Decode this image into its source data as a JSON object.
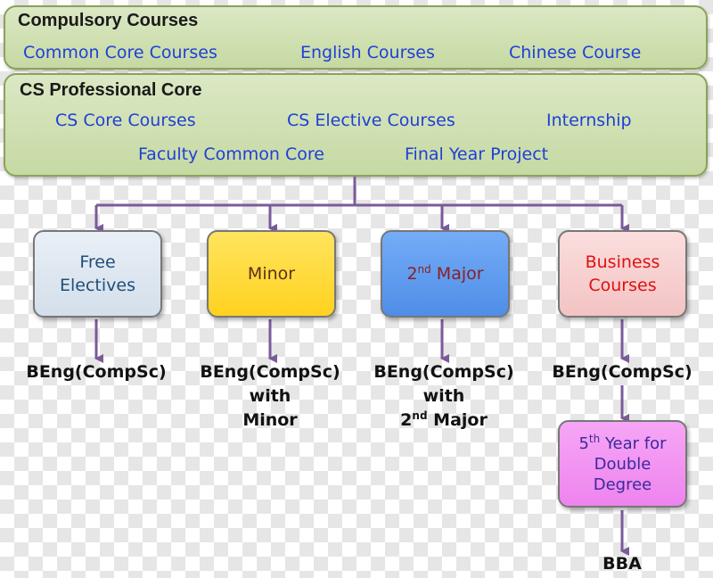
{
  "compulsory": {
    "title": "Compulsory Courses",
    "items": [
      "Common Core Courses",
      "English Courses",
      "Chinese Course"
    ]
  },
  "professional": {
    "title": "CS Professional Core",
    "items": [
      "CS Core Courses",
      "CS Elective Courses",
      "Internship",
      "Faculty Common Core",
      "Final Year Project"
    ]
  },
  "boxes": {
    "free_electives": {
      "line1": "Free",
      "line2": "Electives"
    },
    "minor": {
      "label": "Minor"
    },
    "second_major": {
      "num": "2",
      "sup": "nd",
      "label": " Major"
    },
    "business": {
      "line1": "Business",
      "line2": "Courses"
    },
    "fifth_year": {
      "num": "5",
      "sup": "th",
      "line1_rest": " Year for",
      "line2": "Double",
      "line3": "Degree"
    }
  },
  "degrees": {
    "free": "BEng(CompSc)",
    "minor": {
      "line1": "BEng(CompSc)",
      "line2": "with",
      "line3": "Minor"
    },
    "major": {
      "line1": "BEng(CompSc)",
      "line2": "with",
      "num": "2",
      "sup": "nd",
      "rest": " Major"
    },
    "business": "BEng(CompSc)",
    "bba": "BBA"
  },
  "colors": {
    "panel_fill": "#c6d9a3",
    "item_text": "#1f3fd6",
    "arrow": "#7a5b9a",
    "free_fill": "#dce6f0",
    "minor_fill": "#ffd83a",
    "major_fill": "#5b9bf2",
    "business_fill": "#f7cdcd",
    "fifth_fill": "#f08ef0"
  }
}
